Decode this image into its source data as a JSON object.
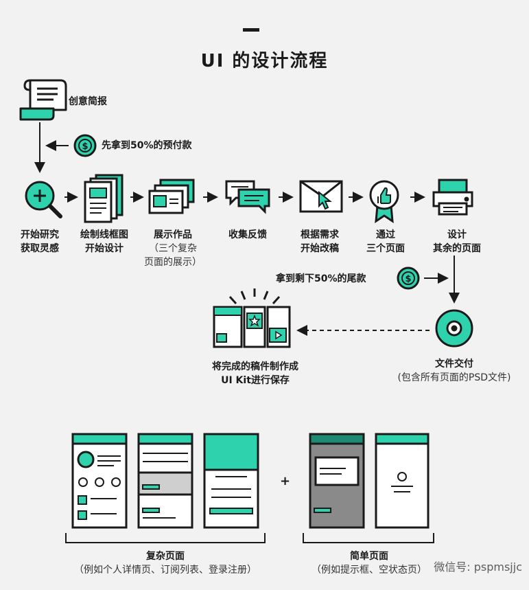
{
  "title": "UI 的设计流程",
  "brief": "创意简报",
  "prepay": "先拿到50%的预付款",
  "steps": [
    {
      "line1": "开始研究",
      "line2": "获取灵感"
    },
    {
      "line1": "绘制线框图",
      "line2": "开始设计"
    },
    {
      "line1": "展示作品",
      "note1": "（三个复杂",
      "note2": "页面的展示）"
    },
    {
      "line1": "收集反馈"
    },
    {
      "line1": "根据需求",
      "line2": "开始改稿"
    },
    {
      "line1": "通过",
      "line2": "三个页面"
    },
    {
      "line1": "设计",
      "line2": "其余的页面"
    }
  ],
  "final_payment": "拿到剩下50%的尾款",
  "delivery": {
    "label": "文件交付",
    "note": "(包含所有页面的PSD文件)"
  },
  "uikit": {
    "line1": "将完成的稿件制作成",
    "line2": "UI Kit进行保存"
  },
  "plus": "+",
  "complex": {
    "label": "复杂页面",
    "note": "（例如个人详情页、订阅列表、登录注册）"
  },
  "simple": {
    "label": "简单页面",
    "note": "（例如提示框、空状态页）"
  },
  "watermark": "微信号: pspmsjjc",
  "colors": {
    "accent": "#2ed3ae",
    "ink": "#1a1a1a",
    "paper": "#ffffff",
    "bg": "#f2f2f3",
    "gray": "#888888"
  }
}
